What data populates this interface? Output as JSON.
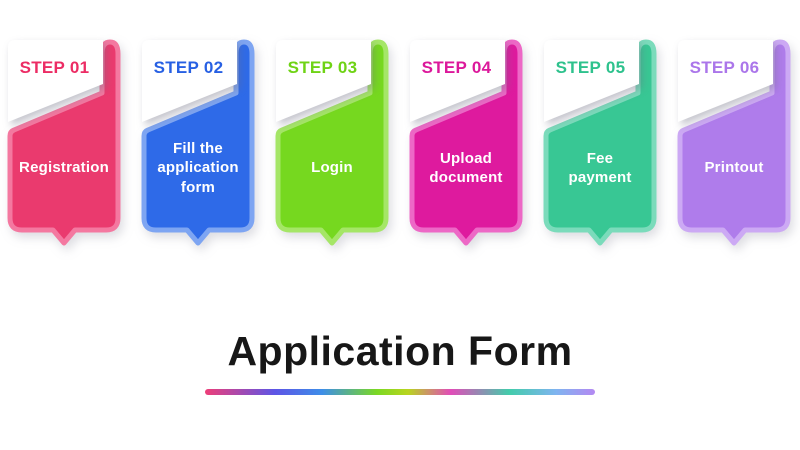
{
  "title": {
    "text": "Application Form",
    "color": "#171717"
  },
  "underline": {
    "stops": [
      "#ee3e78 0%",
      "#5d55e6 18%",
      "#3e8ee8 30%",
      "#7ad824 44%",
      "#b8d51f 52%",
      "#e14cb8 63%",
      "#43ccab 78%",
      "#7fb4f0 90%",
      "#b489f2 100%"
    ]
  },
  "steps": [
    {
      "label": "STEP 01",
      "description": "Registration",
      "color": "#EA3A6E",
      "rim_color": "#F478A0",
      "label_color": "#EC2C64"
    },
    {
      "label": "STEP 02",
      "description": "Fill the\napplication\nform",
      "color": "#2E6AE8",
      "rim_color": "#7EA5F2",
      "label_color": "#2760E3"
    },
    {
      "label": "STEP 03",
      "description": "Login",
      "color": "#76D81F",
      "rim_color": "#A5E667",
      "label_color": "#6FD315"
    },
    {
      "label": "STEP 04",
      "description": "Upload\ndocument",
      "color": "#DE1A9E",
      "rim_color": "#ED68C6",
      "label_color": "#DC189B"
    },
    {
      "label": "STEP 05",
      "description": "Fee\npayment",
      "color": "#38C794",
      "rim_color": "#7BDBBB",
      "label_color": "#2EC28D"
    },
    {
      "label": "STEP 06",
      "description": "Printout",
      "color": "#AF7CEB",
      "rim_color": "#CCA9F4",
      "label_color": "#AB76EA"
    }
  ],
  "layout_note": ""
}
